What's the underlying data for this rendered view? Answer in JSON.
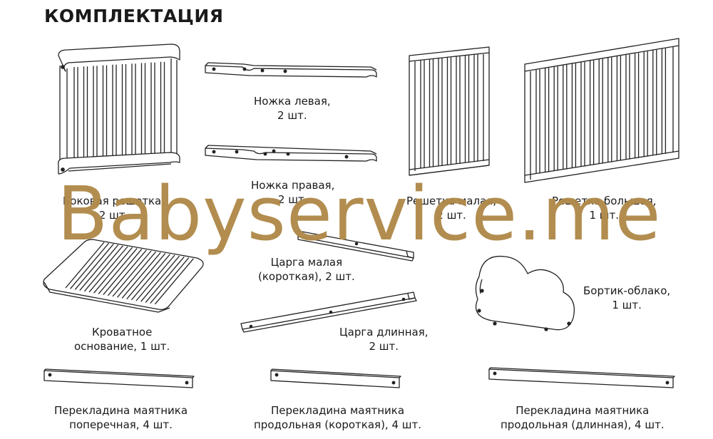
{
  "title": "КОМПЛЕКТАЦИЯ",
  "watermark": "Babyservice.me",
  "parts": {
    "side_rail": {
      "line1": "Боковая решетка,",
      "line2": "2 шт."
    },
    "leg_left": {
      "line1": "Ножка левая,",
      "line2": "2 шт."
    },
    "leg_right": {
      "line1": "Ножка правая,",
      "line2": "2 шт."
    },
    "grid_small": {
      "line1": "Решетка малая,",
      "line2": "2 шт."
    },
    "grid_large": {
      "line1": "Решетка большая,",
      "line2": "1 шт."
    },
    "bed_base": {
      "line1": "Кроватное",
      "line2": "основание, 1 шт."
    },
    "tsarga_short": {
      "line1": "Царга малая",
      "line2": "(короткая), 2 шт."
    },
    "tsarga_long": {
      "line1": "Царга длинная,",
      "line2": "2 шт."
    },
    "cloud_board": {
      "line1": "Бортик-облако,",
      "line2": "1 шт."
    },
    "bar_cross": {
      "line1": "Перекладина маятника",
      "line2": "поперечная, 4 шт."
    },
    "bar_long_short": {
      "line1": "Перекладина маятника",
      "line2": "продольная (короткая), 4 шт."
    },
    "bar_long_long": {
      "line1": "Перекладина маятника",
      "line2": "продольная (длинная), 4 шт."
    }
  }
}
